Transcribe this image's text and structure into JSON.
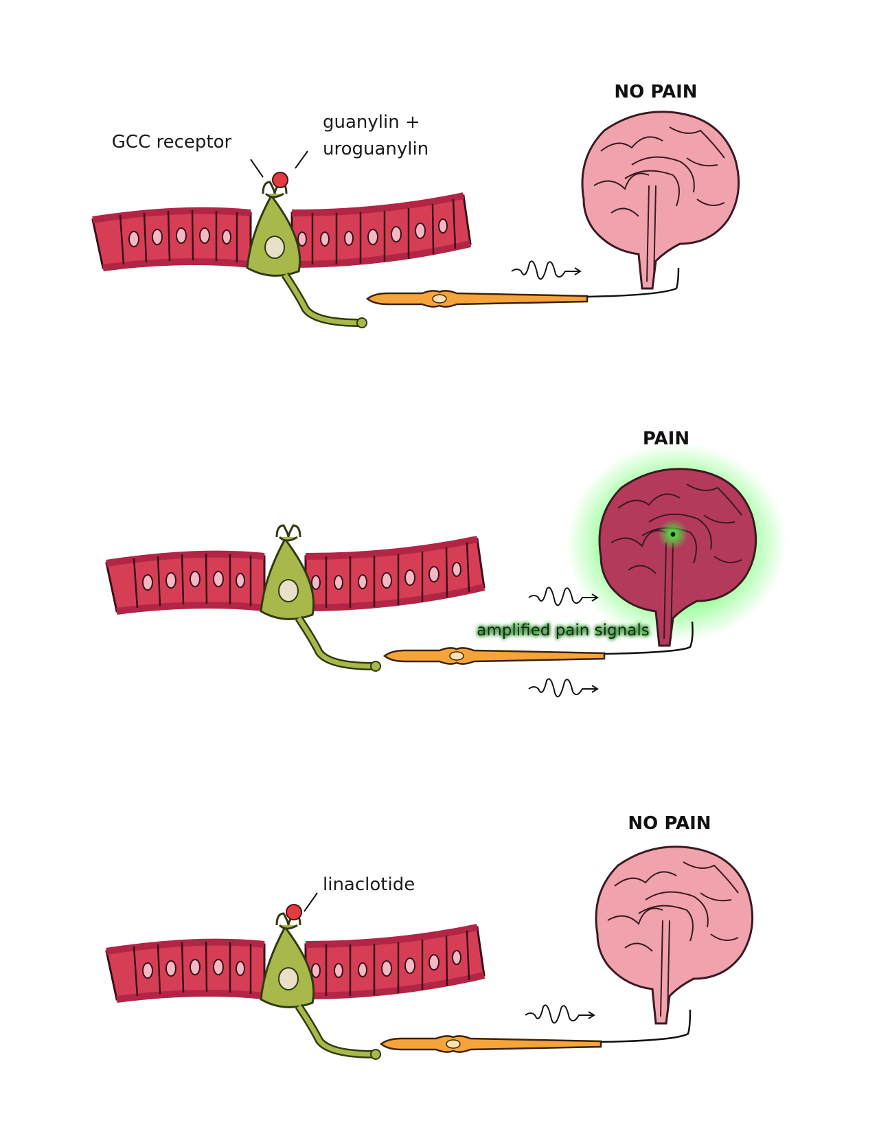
{
  "panels": [
    {
      "state_label": "NO PAIN",
      "receptor_label": "GCC receptor",
      "ligand_label_line1": "guanylin +",
      "ligand_label_line2": "uroguanylin"
    },
    {
      "state_label": "PAIN",
      "signal_label": "amplified pain signals"
    },
    {
      "state_label": "NO PAIN",
      "drug_label": "linaclotide"
    }
  ],
  "colors": {
    "intestine_fill": "#d63e55",
    "intestine_wall": "#b32545",
    "cell_nucleus": "#f2b9c2",
    "receptor_cell": "#a9b84a",
    "neuron": "#f6a43a",
    "brain_normal": "#f0a3ac",
    "brain_pain": "#b43a5c",
    "glow": "#3aff3a",
    "ligand": "#e23b40"
  }
}
